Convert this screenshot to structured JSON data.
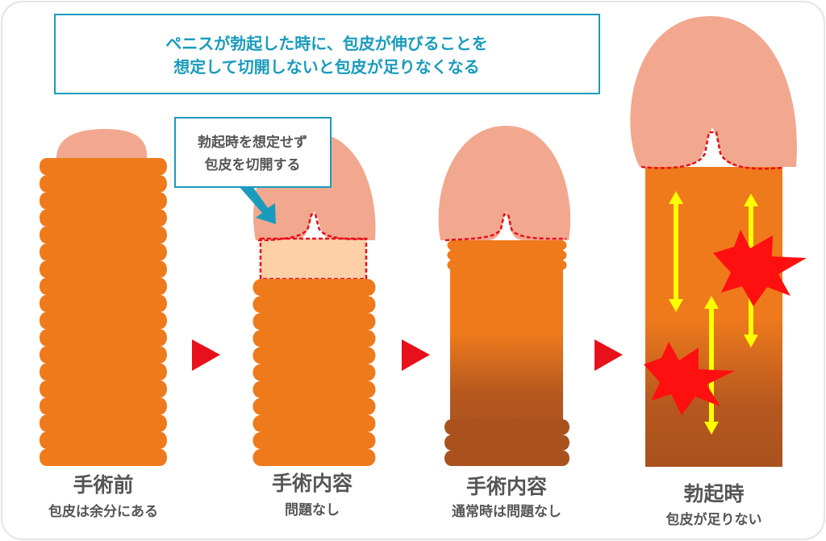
{
  "banner": {
    "line1": "ペニスが勃起した時に、包皮が伸びることを",
    "line2": "想定して切開しないと包皮が足りなくなる"
  },
  "callout": {
    "line1": "勃起時を想定せず",
    "line2": "包皮を切開する"
  },
  "stages": [
    {
      "title": "手術前",
      "subtitle": "包皮は余分にある"
    },
    {
      "title": "手術内容",
      "subtitle": "問題なし"
    },
    {
      "title": "手術内容",
      "subtitle": "通常時は問題なし"
    },
    {
      "title": "勃起時",
      "subtitle": "包皮が足りない"
    }
  ],
  "colors": {
    "skin_orange": "#ef7a1c",
    "skin_dark": "#b0571f",
    "glans_pink": "#f2a88e",
    "cut_area": "#fdd0a8",
    "cut_line_red": "#e8101a",
    "arrow_red": "#e8101a",
    "teal_accent": "#1a9bbd",
    "stretch_arrow_yellow": "#ffff00",
    "pain_burst_red": "#ff1010"
  },
  "icons": {
    "step_arrow": "right-triangle-icon",
    "pointer": "teal-pointer-arrow-icon",
    "stretch": "double-headed-arrow-icon",
    "pain": "starburst-icon"
  }
}
